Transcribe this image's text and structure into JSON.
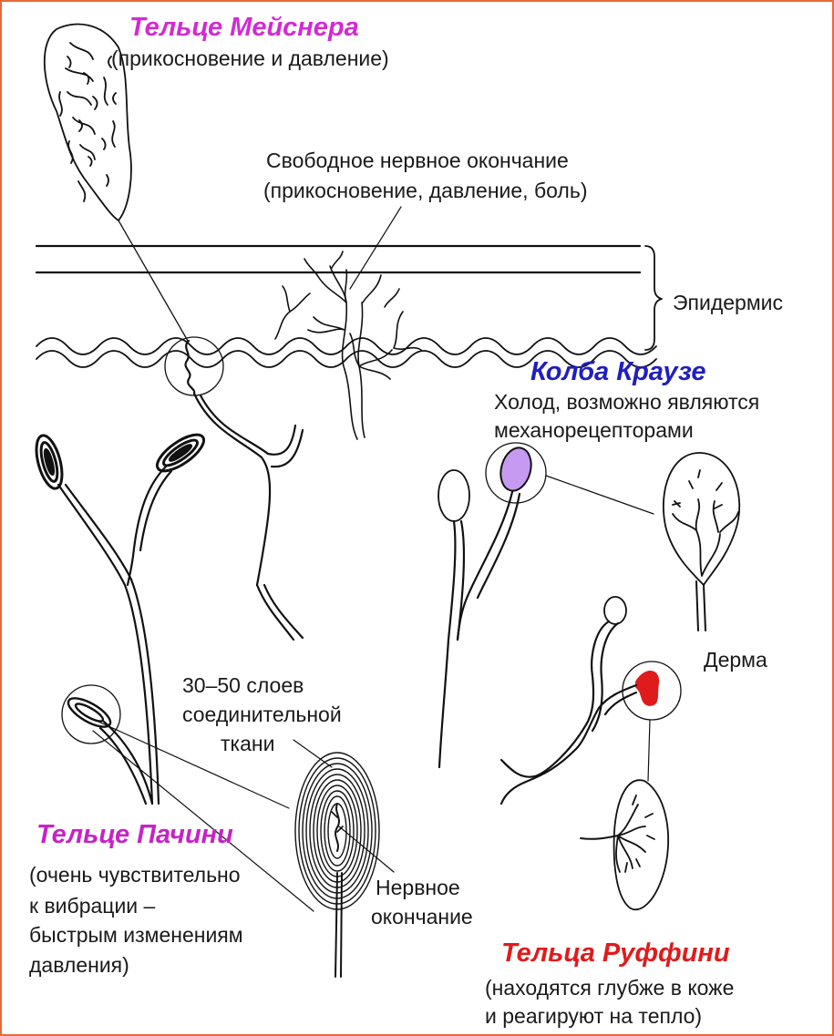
{
  "colors": {
    "meissner": "#d22bd2",
    "pacini": "#c623c6",
    "krause": "#1f1fbf",
    "ruffini": "#e01b1b",
    "krause_fill": "#c59af0",
    "ruffini_fill": "#e01b1b",
    "ink": "#111111"
  },
  "labels": {
    "meissner_title": "Тельце Мейснера",
    "meissner_desc": "(прикосновение и давление)",
    "free_ending_l1": "Свободное нервное окончание",
    "free_ending_l2": "(прикосновение, давление, боль)",
    "epidermis": "Эпидермис",
    "krause_title": "Колба Краузе",
    "krause_desc_l1": "Холод, возможно являются",
    "krause_desc_l2": "механорецепторами",
    "derma": "Дерма",
    "layers_l1": "30–50 слоев",
    "layers_l2": "соединительной",
    "layers_l3": "ткани",
    "pacini_title": "Тельце Пачини",
    "pacini_desc_l1": "(очень чувствительно",
    "pacini_desc_l2": "к вибрации –",
    "pacini_desc_l3": "быстрым изменениям",
    "pacini_desc_l4": "давления)",
    "nerve_end_l1": "Нервное",
    "nerve_end_l2": "окончание",
    "ruffini_title": "Тельца Руффини",
    "ruffini_desc_l1": "(находятся глубже в коже",
    "ruffini_desc_l2": "и реагируют на тепло)"
  }
}
